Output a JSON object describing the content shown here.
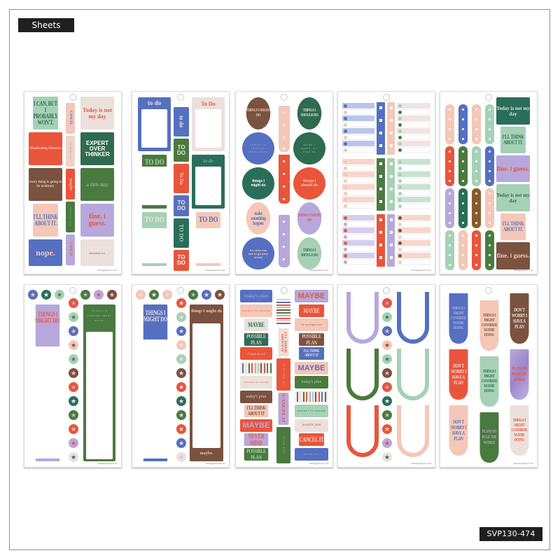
{
  "header": {
    "label": "Sheets"
  },
  "footer": {
    "sku": "SVP130-474"
  },
  "colors": {
    "sage": "#9fcfb4",
    "beige": "#e8ddd8",
    "red": "#e9553b",
    "green": "#2f6b4f",
    "brown": "#7a5240",
    "forest": "#4a7a3f",
    "peach": "#f4c7b7",
    "lavender": "#b7a8dc",
    "blue": "#5570c0",
    "dark": "#1f1f1f",
    "teal": "#2a6e5a"
  },
  "brand_text": "thehappyplanner.com",
  "sheets": [
    {
      "name": "quotes-sheet",
      "stickers": [
        "I CAN, BUT I PROBABLY WON'T.",
        "Today is not my day",
        "Manifesting Miracles",
        "EXPERT OVER THINKER",
        "every thing is going to be ordinary",
        "a little lazy",
        "I'LL THINK ABOUT IT.",
        "fine. i guess.",
        "nope.",
        "absolutely not."
      ],
      "strips": [
        "CANCEL",
        "i'd rather not",
        "maybe",
        "whatever else",
        "CANCEL"
      ]
    },
    {
      "name": "todo-sheet",
      "stickers": [
        "to do",
        "To Do",
        "TO DO",
        "to do",
        "TO DO",
        "TO DO"
      ],
      "strips": [
        "to do",
        "TO DO",
        "To Do",
        "TO DO",
        "TO DO",
        "TO DO"
      ]
    },
    {
      "name": "circles-sheet",
      "stickers": [
        "THINGS I MIGHT DO",
        "THINGS I SHOULD DO",
        "THINGS I'M THINKING ABOUT DOING",
        "MAYBE I GUESS, IF I HAVE TO",
        "things I might do",
        "things I should do",
        "make something happen",
        "THINGS I MIGHT DO",
        "it's never too late to go back to bed",
        "THINGS I SHOULD DO"
      ]
    },
    {
      "name": "checklist-sheet"
    },
    {
      "name": "tabs-sheet",
      "stickers": [
        "Today is not my day",
        "I'LL THINK ABOUT IT.",
        "fine. i guess.",
        "Today is not my day",
        "I'LL THINK ABOUT IT.",
        "fine. i guess."
      ]
    },
    {
      "name": "lists-star-sheet",
      "stickers": [
        "THINGS I MIGHT DO",
        "THINGS I'M THINKING ABOUT DOING"
      ]
    },
    {
      "name": "lists-star-sheet-2",
      "stickers": [
        "THINGS I MIGHT DO",
        "things I might do",
        "maybe."
      ]
    },
    {
      "name": "labels-sheet",
      "left": [
        "today's plan",
        "SUBJECT TO CHANGE",
        "MAYBE",
        "POSSIBLE PLAN",
        "i'll think about it",
        "",
        "CHANGE OF PLANS",
        "today's plan",
        "I'LL THINK ABOUT IT",
        "MAYBE",
        "NEVER MIND",
        "POSSIBLE PLAN"
      ],
      "middle": [
        "",
        "I'LL THINK ABOUT IT",
        "I'D RATHER NOT",
        "CANCEL IT",
        "NEVER MIND"
      ],
      "right": [
        "MAYBE",
        "MAYBE",
        "I'D RATHER NOT",
        "POSSIBLE PLAN",
        "I'LL THINK ABOUT IT",
        "MAYBE",
        "today's plan",
        "",
        "SUBJECT TO CHANGE",
        "possible plan",
        "CANCEL IT",
        "MAYBE NOT"
      ]
    },
    {
      "name": "u-clips-sheet"
    },
    {
      "name": "bookmarks-sheet",
      "stickers": [
        "THINGS I MIGHT CONSIDER MAYBE DOING",
        "THINGS I MIGHT CONSIDER MAYBE DOING",
        "DON'T WORRY I HAVE A PLAN",
        "DON'T WORRY I HAVE A PLAN",
        "THINGS I MIGHT CONSIDER MAYBE DOING",
        "PLANS TO RULE THE WORLD",
        "DON'T WORRY I HAVE A PLAN",
        "PLANS TO RULE THE WORLD",
        "THINGS I MIGHT CONSIDER MAYBE DOING"
      ]
    }
  ]
}
